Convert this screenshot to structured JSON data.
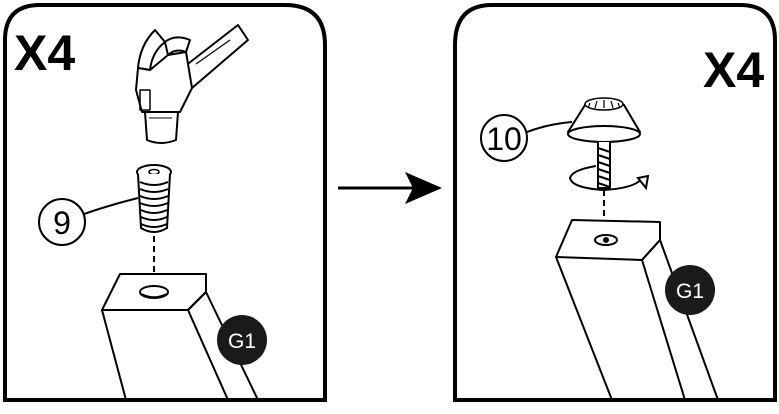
{
  "steps": [
    {
      "quantity": "X4",
      "part_callout": "9",
      "part_name": "hammer-in-insert",
      "tool": "hammer-icon",
      "leg_label": "G1"
    },
    {
      "quantity": "X4",
      "part_callout": "10",
      "part_name": "screw-in-foot-glide",
      "action": "rotate-arrow-icon",
      "leg_label": "G1"
    }
  ],
  "colors": {
    "line": "#000000",
    "background": "#ffffff",
    "badge_fill": "#1a1a1a",
    "badge_text": "#ffffff"
  }
}
